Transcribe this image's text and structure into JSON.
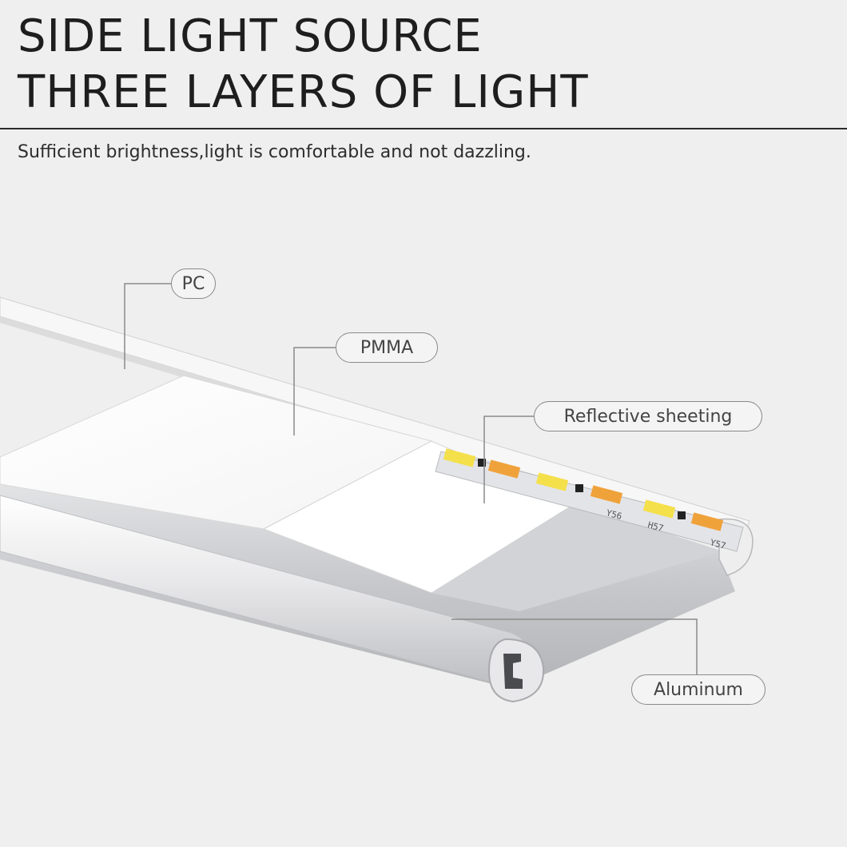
{
  "header": {
    "title_line1": "SIDE LIGHT SOURCE",
    "title_line2": "THREE LAYERS OF LIGHT",
    "subtitle": "Sufficient brightness,light is comfortable and not dazzling."
  },
  "callouts": {
    "pc": "PC",
    "pmma": "PMMA",
    "reflective": "Reflective sheeting",
    "aluminum": "Aluminum"
  },
  "led_markings": [
    "Y56",
    "H57",
    "Y57"
  ],
  "colors": {
    "background": "#efefef",
    "text": "#1e1e1e",
    "led_warm": "#f0a23a",
    "led_cool": "#f4e04a",
    "aluminum": "#c9cacd"
  }
}
